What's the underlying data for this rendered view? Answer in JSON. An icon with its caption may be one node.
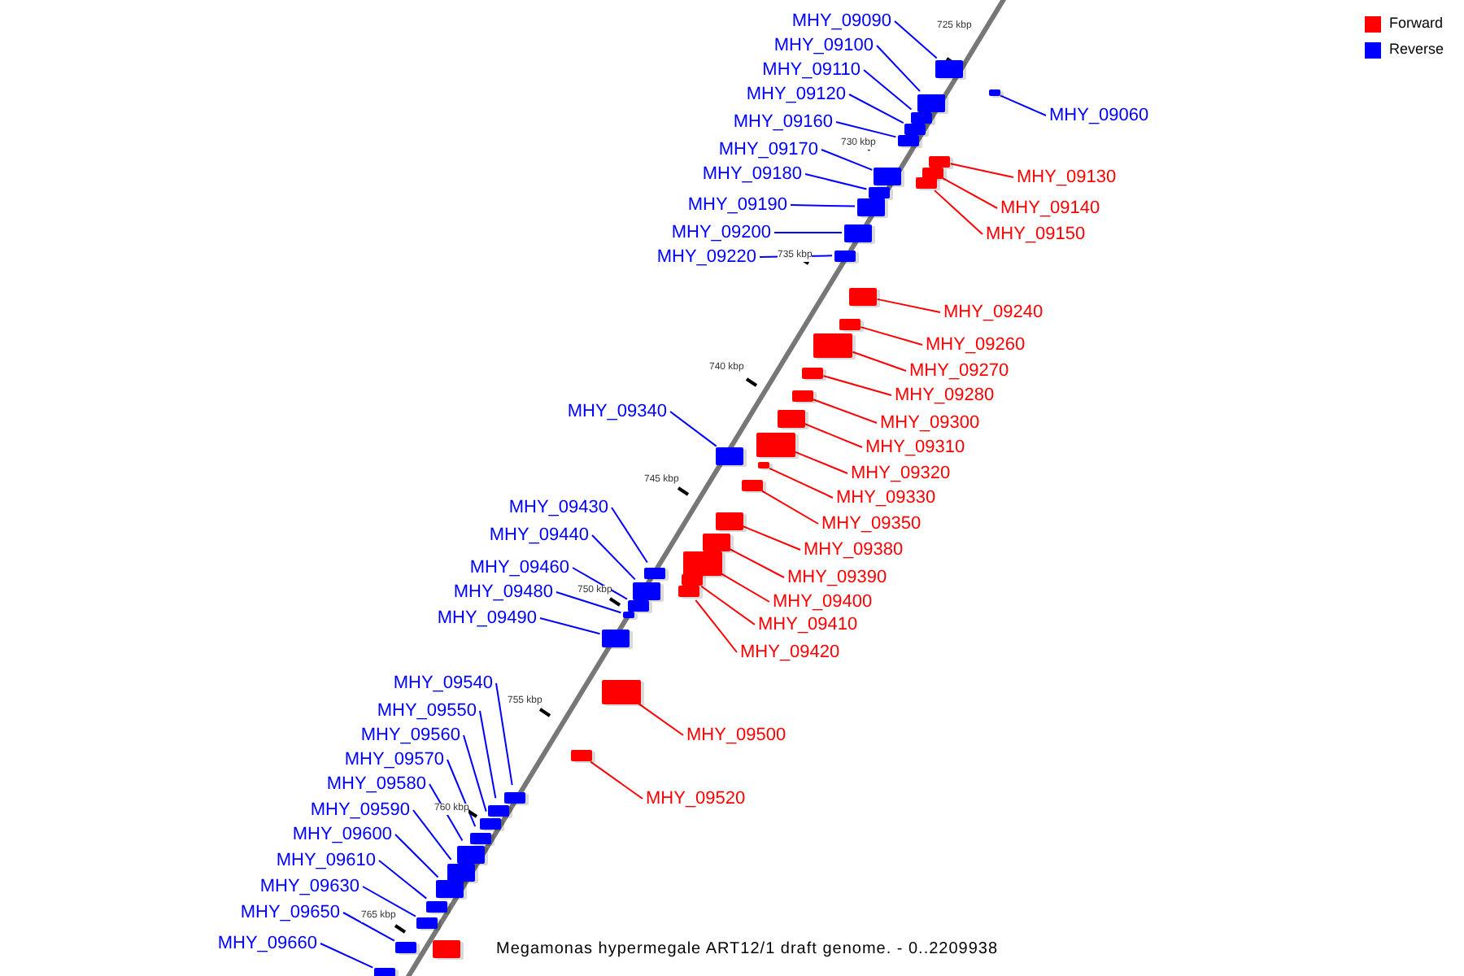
{
  "diagram": {
    "caption": "Megamonas hypermegale ART12/1 draft genome. - 0..2209938",
    "nodes": [
      {
        "text": [
          "MHY_09090"
        ]
      },
      {
        "text": [
          "MHY_09100"
        ]
      },
      {
        "text": [
          "MHY_09110"
        ]
      },
      {
        "text": [
          "MHY_09120"
        ]
      },
      {
        "text": [
          "MHY_09060"
        ]
      },
      {
        "text": [
          "MHY_09160"
        ]
      },
      {
        "text": [
          "MHY_09170"
        ]
      },
      {
        "text": [
          "MHY_09180"
        ]
      },
      {
        "text": [
          "MHY_09130"
        ]
      },
      {
        "text": [
          "MHY_09140"
        ]
      },
      {
        "text": [
          "MHY_09190"
        ]
      },
      {
        "text": [
          "MHY_09150"
        ]
      },
      {
        "text": [
          "MHY_09200"
        ]
      },
      {
        "text": [
          "MHY_09220"
        ]
      },
      {
        "text": [
          "MHY_09240"
        ]
      },
      {
        "text": [
          "MHY_09260"
        ]
      },
      {
        "text": [
          "MHY_09270"
        ]
      },
      {
        "text": [
          "MHY_09280"
        ]
      },
      {
        "text": [
          "MHY_09340"
        ]
      },
      {
        "text": [
          "MHY_09300"
        ]
      },
      {
        "text": [
          "MHY_09310"
        ]
      },
      {
        "text": [
          "MHY_09320"
        ]
      },
      {
        "text": [
          "MHY_09330"
        ]
      },
      {
        "text": [
          "MHY_09430"
        ]
      },
      {
        "text": [
          "MHY_09350"
        ]
      },
      {
        "text": [
          "MHY_09440"
        ]
      },
      {
        "text": [
          "MHY_09380"
        ]
      },
      {
        "text": [
          "MHY_09460"
        ]
      },
      {
        "text": [
          "MHY_09390"
        ]
      },
      {
        "text": [
          "MHY_09480"
        ]
      },
      {
        "text": [
          "MHY_09400"
        ]
      },
      {
        "text": [
          "MHY_09490"
        ]
      },
      {
        "text": [
          "MHY_09410"
        ]
      },
      {
        "text": [
          "MHY_09420"
        ]
      },
      {
        "text": [
          "MHY_09540"
        ]
      },
      {
        "text": [
          "MHY_09550"
        ]
      },
      {
        "text": [
          "MHY_09500"
        ]
      },
      {
        "text": [
          "MHY_09560"
        ]
      },
      {
        "text": [
          "MHY_09570"
        ]
      },
      {
        "text": [
          "MHY_09580"
        ]
      },
      {
        "text": [
          "MHY_09520"
        ]
      },
      {
        "text": [
          "MHY_09590"
        ]
      },
      {
        "text": [
          "MHY_09600"
        ]
      },
      {
        "text": [
          "MHY_09610"
        ]
      },
      {
        "text": [
          "MHY_09630"
        ]
      },
      {
        "text": [
          "MHY_09650"
        ]
      },
      {
        "text": [
          "MHY_09660"
        ]
      },
      {
        "text": [],
        "shape": "box"
      },
      {
        "text": [],
        "shape": "box"
      },
      {
        "text": [],
        "shape": "box"
      },
      {
        "text": [],
        "shape": "box"
      },
      {
        "text": [],
        "shape": "box"
      },
      {
        "text": [],
        "shape": "box"
      },
      {
        "text": [],
        "shape": "box"
      },
      {
        "text": [],
        "shape": "box"
      },
      {
        "text": [],
        "shape": "box"
      },
      {
        "text": [],
        "shape": "box"
      },
      {
        "text": [],
        "shape": "box"
      },
      {
        "text": [],
        "shape": "box"
      },
      {
        "text": [],
        "shape": "box"
      },
      {
        "text": [],
        "shape": "box"
      },
      {
        "text": [],
        "shape": "box"
      },
      {
        "text": [],
        "shape": "box"
      },
      {
        "text": [],
        "shape": "box"
      },
      {
        "text": [],
        "shape": "box"
      },
      {
        "text": [],
        "shape": "box"
      },
      {
        "text": [],
        "shape": "box"
      },
      {
        "text": [],
        "shape": "box"
      },
      {
        "text": [],
        "shape": "box"
      },
      {
        "text": [],
        "shape": "box"
      },
      {
        "text": [],
        "shape": "box"
      },
      {
        "text": [],
        "shape": "box"
      },
      {
        "text": [],
        "shape": "box"
      },
      {
        "text": [],
        "shape": "box"
      },
      {
        "text": [],
        "shape": "box"
      },
      {
        "text": [],
        "shape": "box"
      },
      {
        "text": [],
        "shape": "box"
      },
      {
        "text": [],
        "shape": "box"
      },
      {
        "text": [],
        "shape": "box"
      },
      {
        "text": [],
        "shape": "box"
      },
      {
        "text": [],
        "shape": "box"
      },
      {
        "text": [],
        "shape": "box"
      },
      {
        "text": [],
        "shape": "box"
      },
      {
        "text": [],
        "shape": "box"
      },
      {
        "text": [],
        "shape": "box"
      },
      {
        "text": [],
        "shape": "box"
      },
      {
        "text": [],
        "shape": "box"
      },
      {
        "text": [],
        "shape": "box"
      },
      {
        "text": [],
        "shape": "box"
      },
      {
        "text": [],
        "shape": "box"
      },
      {
        "text": [],
        "shape": "box"
      },
      {
        "text": [],
        "shape": "box"
      },
      {
        "text": [],
        "shape": "box"
      },
      {
        "text": [],
        "shape": "box"
      },
      {
        "text": [],
        "shape": "box"
      }
    ],
    "edges": [
      {
        "from": 0,
        "to": 47,
        "arrow": "none"
      },
      {
        "from": 1,
        "to": 48,
        "arrow": "none"
      },
      {
        "from": 2,
        "to": 49,
        "arrow": "none"
      },
      {
        "from": 3,
        "to": 50,
        "arrow": "none"
      },
      {
        "from": 4,
        "to": 51,
        "arrow": "none"
      },
      {
        "from": 5,
        "to": 52,
        "arrow": "none"
      },
      {
        "from": 6,
        "to": 53,
        "arrow": "none"
      },
      {
        "from": 7,
        "to": 54,
        "arrow": "none"
      },
      {
        "from": 8,
        "to": 55,
        "arrow": "none",
        "color": "#ff0000"
      },
      {
        "from": 9,
        "to": 56,
        "arrow": "none",
        "color": "#ff0000"
      },
      {
        "from": 10,
        "to": 57,
        "arrow": "none"
      },
      {
        "from": 11,
        "to": 58,
        "arrow": "none",
        "color": "#ff0000"
      },
      {
        "from": 12,
        "to": 59,
        "arrow": "none"
      },
      {
        "from": 13,
        "to": 60,
        "arrow": "none"
      },
      {
        "from": 14,
        "to": 61,
        "arrow": "none",
        "color": "#ff0000"
      },
      {
        "from": 15,
        "to": 62,
        "arrow": "none",
        "color": "#ff0000"
      },
      {
        "from": 16,
        "to": 63,
        "arrow": "none",
        "color": "#ff0000"
      },
      {
        "from": 17,
        "to": 64,
        "arrow": "none",
        "color": "#ff0000"
      },
      {
        "from": 18,
        "to": 65,
        "arrow": "none"
      },
      {
        "from": 19,
        "to": 66,
        "arrow": "none",
        "color": "#ff0000"
      },
      {
        "from": 20,
        "to": 67,
        "arrow": "none",
        "color": "#ff0000"
      },
      {
        "from": 21,
        "to": 68,
        "arrow": "none",
        "color": "#ff0000"
      },
      {
        "from": 22,
        "to": 69,
        "arrow": "none",
        "color": "#ff0000"
      },
      {
        "from": 23,
        "to": 70,
        "arrow": "none"
      },
      {
        "from": 24,
        "to": 71,
        "arrow": "none",
        "color": "#ff0000"
      },
      {
        "from": 25,
        "to": 72,
        "arrow": "none"
      },
      {
        "from": 26,
        "to": 73,
        "arrow": "none",
        "color": "#ff0000"
      },
      {
        "from": 27,
        "to": 74,
        "arrow": "none"
      },
      {
        "from": 28,
        "to": 75,
        "arrow": "none",
        "color": "#ff0000"
      },
      {
        "from": 29,
        "to": 76,
        "arrow": "none"
      },
      {
        "from": 30,
        "to": 77,
        "arrow": "none",
        "color": "#ff0000"
      },
      {
        "from": 31,
        "to": 78,
        "arrow": "none"
      },
      {
        "from": 32,
        "to": 79,
        "arrow": "none",
        "color": "#ff0000"
      },
      {
        "from": 33,
        "to": 80,
        "arrow": "none",
        "color": "#ff0000"
      },
      {
        "from": 34,
        "to": 81,
        "arrow": "none"
      },
      {
        "from": 35,
        "to": 82,
        "arrow": "none"
      },
      {
        "from": 36,
        "to": 83,
        "arrow": "none",
        "color": "#ff0000"
      },
      {
        "from": 37,
        "to": 84,
        "arrow": "none"
      },
      {
        "from": 38,
        "to": 85,
        "arrow": "none"
      },
      {
        "from": 39,
        "to": 86,
        "arrow": "none"
      },
      {
        "from": 40,
        "to": 87,
        "arrow": "none",
        "color": "#ff0000"
      },
      {
        "from": 41,
        "to": 88,
        "arrow": "none"
      },
      {
        "from": 42,
        "to": 89,
        "arrow": "none"
      },
      {
        "from": 43,
        "to": 90,
        "arrow": "none"
      },
      {
        "from": 44,
        "to": 91,
        "arrow": "none"
      },
      {
        "from": 45,
        "to": 92,
        "arrow": "none"
      },
      {
        "from": 46,
        "to": 93,
        "arrow": "none"
      }
    ],
    "labels": [
      "725 kbp",
      "730 kbp",
      "735 kbp",
      "740 kbp",
      "745 kbp",
      "750 kbp",
      "755 kbp",
      "760 kbp",
      "765 kbp"
    ],
    "legend": [
      {
        "text": "Forward",
        "color": "#ff0000"
      },
      {
        "text": "Reverse",
        "color": "#0000ff"
      }
    ]
  }
}
